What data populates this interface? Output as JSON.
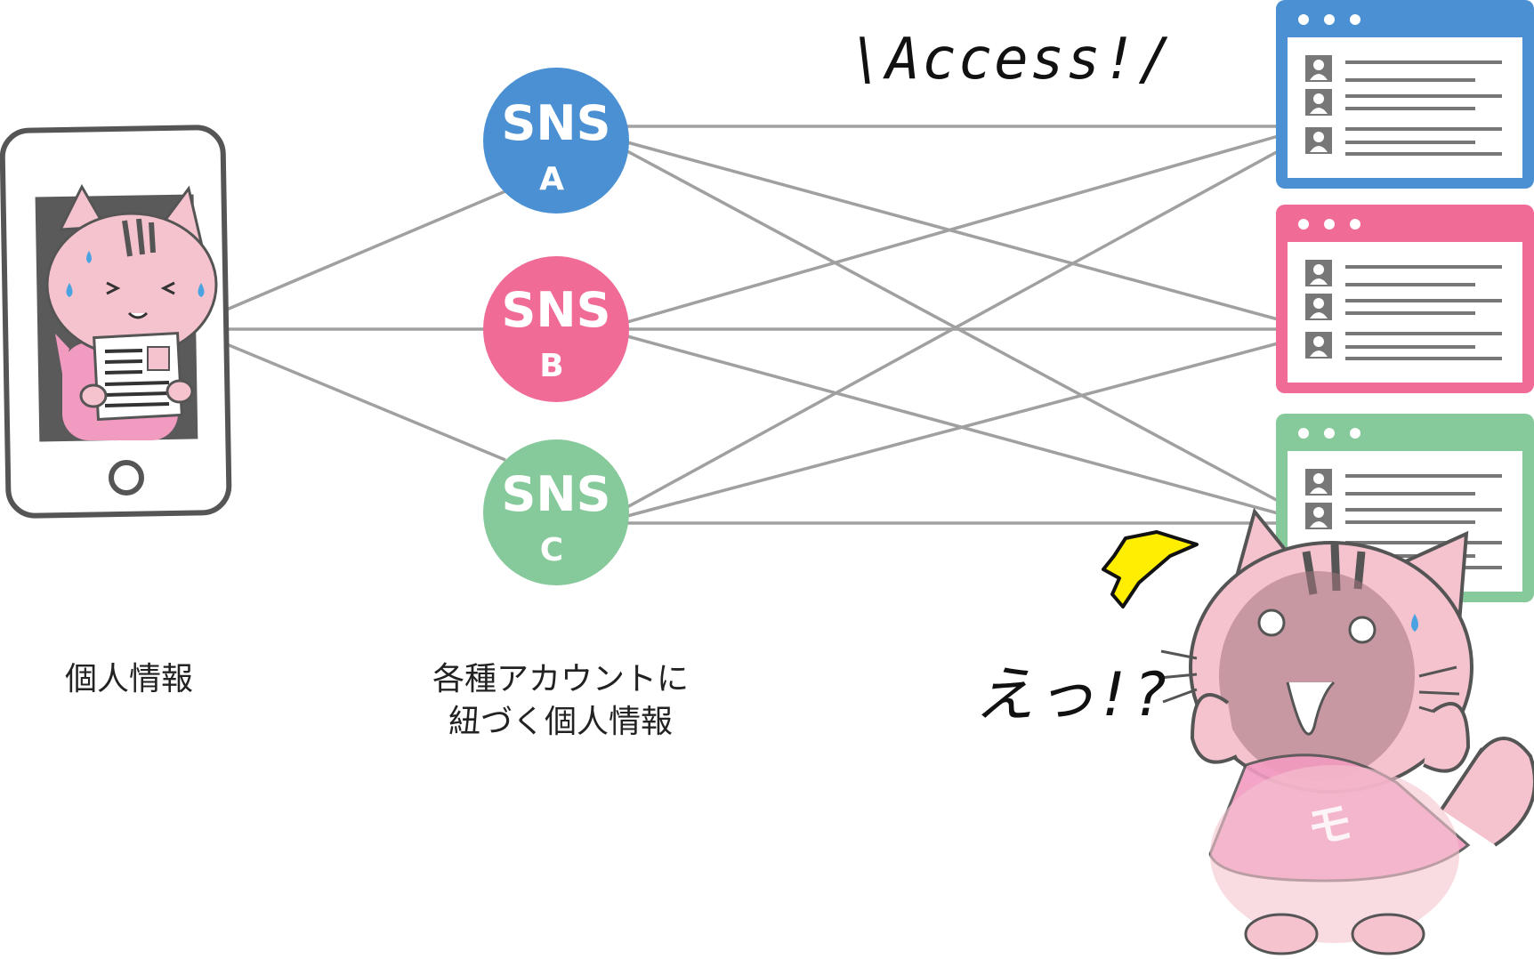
{
  "colors": {
    "sns_a": "#4a90d2",
    "sns_b": "#f06b96",
    "sns_c": "#86c99a",
    "lines": "#999999",
    "cat_pink": "#f5c3ce",
    "shirt_pink": "#f29bc1",
    "spark_yellow": "#ffee00"
  },
  "sns": [
    {
      "title": "SNS",
      "sub": "A"
    },
    {
      "title": "SNS",
      "sub": "B"
    },
    {
      "title": "SNS",
      "sub": "C"
    }
  ],
  "labels": {
    "personal_info": "個人情報",
    "account_info_line1": "各種アカウントに",
    "account_info_line2": "紐づく個人情報"
  },
  "exclaim": {
    "access": "\\Access!/",
    "surprise": "えっ!?"
  },
  "cat": {
    "shirt_letter": "モ"
  },
  "icons": [
    "smartphone-icon",
    "browser-window-icon",
    "user-profile-icon",
    "spark-icon"
  ]
}
